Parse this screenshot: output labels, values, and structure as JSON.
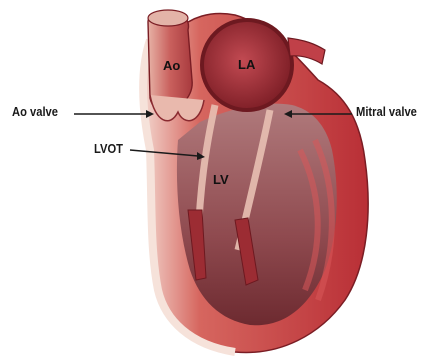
{
  "labels": {
    "ao": "Ao",
    "la": "LA",
    "lv": "LV",
    "ao_valve": "Ao valve",
    "lvot": "LVOT",
    "mitral_valve": "Mitral valve"
  },
  "colors": {
    "myocardium": "#c0393e",
    "myocardium_dark": "#8e1f26",
    "cavity": "#9c5358",
    "pericardium_edge": "#f3d8cf",
    "background": "#ffffff"
  }
}
